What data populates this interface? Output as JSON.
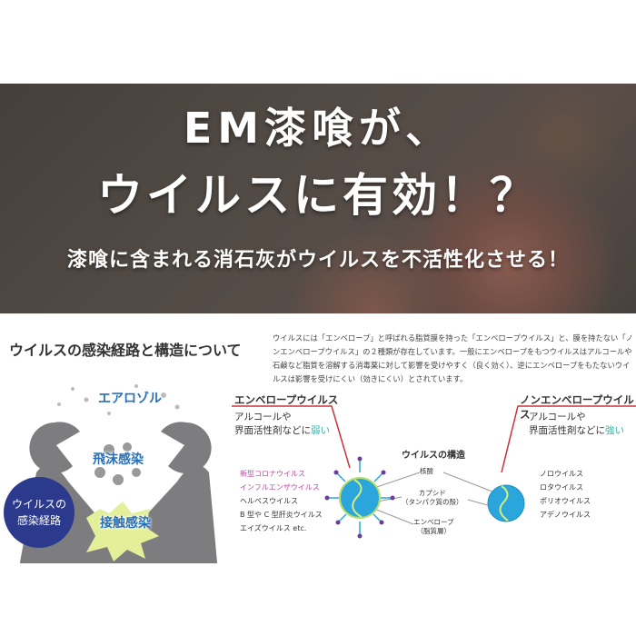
{
  "banner": {
    "title_line1": "EM漆喰が、",
    "title_line2": "ウイルスに有効！？",
    "subtitle": "漆喰に含まれる消石灰がウイルスを不活性化させる！"
  },
  "section_title": "ウイルスの感染経路と構造について",
  "intro": "ウイルスには「エンベロープ」と呼ばれる脂質膜を持った「エンベロープウイルス」と、膜を持たない「ノンエンベロープウイルス」の２種類が存在しています。一般にエンベロープをもつウイルスはアルコールや石鹸など脂質を溶解する消毒薬に対して影響を受けやすく（良く効く）、逆にエンベロープをもたないウイルスは影響を受けにくい（効きにくい）とされています。",
  "routes": {
    "aerosol": "エアロゾル",
    "droplet": "飛沫感染",
    "contact": "接触感染",
    "circle_line1": "ウイルスの",
    "circle_line2": "感染経路"
  },
  "envelope": {
    "title": "エンベロープウイルス",
    "desc_line1": "アルコールや",
    "desc_line2_prefix": "界面活性剤などに",
    "desc_line2_emph": "弱い",
    "viruses": [
      "新型コロナウイルス",
      "インフルエンザウイルス",
      "ヘルペスウイルス",
      "B 型や C 型肝炎ウイルス",
      "エイズウイルス etc."
    ]
  },
  "structure": {
    "title": "ウイルスの構造",
    "nucleic": "核酸",
    "capsid_line1": "カプシド",
    "capsid_line2": "（タンパク質の殻）",
    "envelope_line1": "エンベロープ",
    "envelope_line2": "（脂質層）"
  },
  "non_envelope": {
    "title": "ノンエンベロープウイルス",
    "desc_line1": "アルコールや",
    "desc_line2_prefix": "界面活性剤などに",
    "desc_line2_emph": "強い",
    "viruses": [
      "ノロウイルス",
      "ロタウイルス",
      "ポリオウイルス",
      "アデノウイルス"
    ]
  },
  "colors": {
    "accent_red": "#c8323c",
    "teal": "#2bb3a8",
    "pink": "#b24d9b",
    "navy": "#2b3a8c",
    "virus_blue": "#2aa6dd"
  }
}
